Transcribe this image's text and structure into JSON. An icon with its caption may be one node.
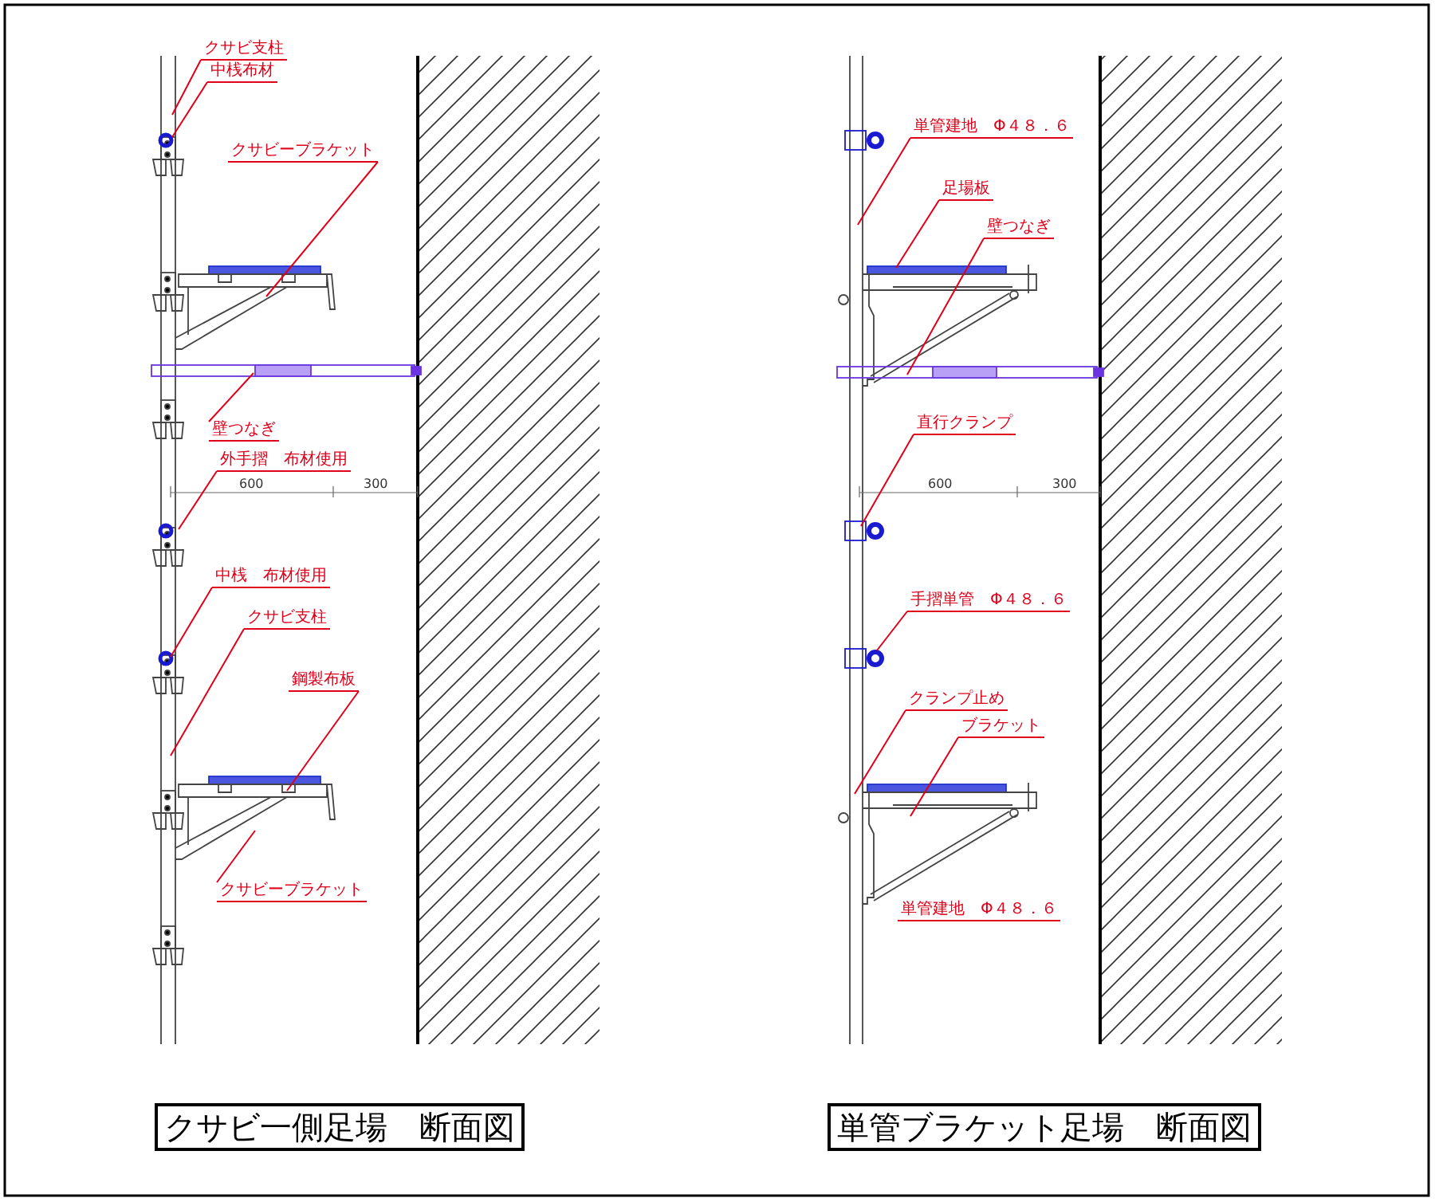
{
  "diagram": {
    "nodes": [
      {
        "text": [
          "クサビ支柱"
        ]
      },
      {
        "text": [
          "中桟布材"
        ]
      },
      {
        "text": [
          "クサビーブラケット"
        ]
      },
      {
        "text": [
          "壁つなぎ"
        ]
      },
      {
        "text": [
          "外手摺　布材使用"
        ]
      },
      {
        "text": [
          "中桟　布材使用"
        ]
      },
      {
        "text": [
          "クサビ支柱"
        ]
      },
      {
        "text": [
          "鋼製布板"
        ]
      },
      {
        "text": [
          "クサビーブラケット"
        ]
      },
      {
        "text": [
          "単管建地　Φ４８．６"
        ]
      },
      {
        "text": [
          "足場板"
        ]
      },
      {
        "text": [
          "壁つなぎ"
        ]
      },
      {
        "text": [
          "直行クランプ"
        ]
      },
      {
        "text": [
          "手摺単管　Φ４８．６"
        ]
      },
      {
        "text": [
          "クランプ止め"
        ]
      },
      {
        "text": [
          "ブラケット"
        ]
      },
      {
        "text": [
          "単管建地　Φ４８．６"
        ]
      },
      {
        "text": [
          "クサビ一側足場　断面図"
        ]
      },
      {
        "text": [
          "単管ブラケット足場　断面図"
        ]
      }
    ],
    "edges": [
      {
        "from": 0,
        "to": null,
        "arrow": "none"
      },
      {
        "from": 1,
        "to": null,
        "arrow": "none"
      },
      {
        "from": 2,
        "to": null,
        "arrow": "none"
      },
      {
        "from": 3,
        "to": null,
        "arrow": "none"
      },
      {
        "from": 4,
        "to": null,
        "arrow": "none"
      },
      {
        "from": 5,
        "to": null,
        "arrow": "none"
      },
      {
        "from": 6,
        "to": null,
        "arrow": "none"
      },
      {
        "from": 7,
        "to": null,
        "arrow": "none"
      },
      {
        "from": 8,
        "to": null,
        "arrow": "none"
      },
      {
        "from": 9,
        "to": null,
        "arrow": "none"
      },
      {
        "from": 10,
        "to": null,
        "arrow": "none"
      },
      {
        "from": 11,
        "to": null,
        "arrow": "none"
      },
      {
        "from": 12,
        "to": null,
        "arrow": "none"
      },
      {
        "from": 13,
        "to": null,
        "arrow": "none"
      },
      {
        "from": 14,
        "to": null,
        "arrow": "none"
      },
      {
        "from": 15,
        "to": null,
        "arrow": "none"
      }
    ],
    "labels": [
      "600",
      "300",
      "600",
      "300"
    ]
  }
}
